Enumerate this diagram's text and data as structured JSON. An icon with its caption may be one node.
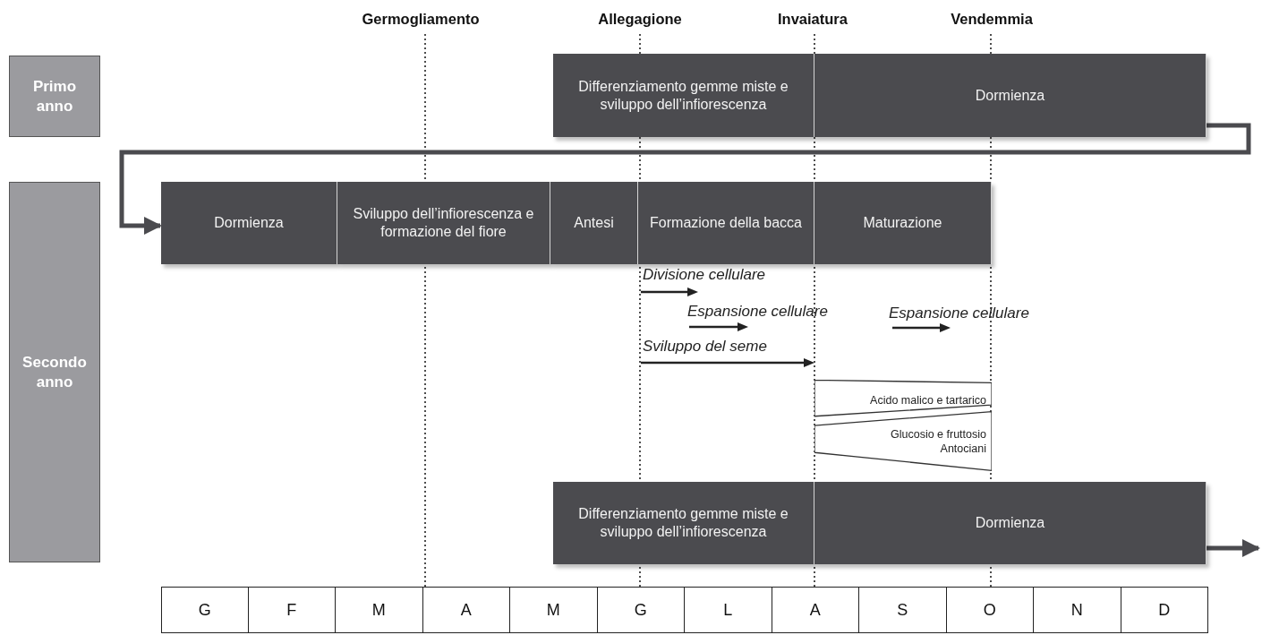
{
  "diagram": {
    "nodes": [
      {
        "text": [
          "Primo anno"
        ]
      },
      {
        "text": [
          "Differenziamento gemme miste e sviluppo dell’infiorescenza"
        ]
      },
      {
        "text": [
          "Dormienza"
        ]
      },
      {
        "text": [
          "Secondo anno"
        ]
      },
      {
        "text": [
          "Dormienza"
        ]
      },
      {
        "text": [
          "Sviluppo dell’infiorescenza e formazione del fiore"
        ]
      },
      {
        "text": [
          "Antesi"
        ]
      },
      {
        "text": [
          "Formazione della bacca"
        ]
      },
      {
        "text": [
          "Maturazione"
        ]
      },
      {
        "text": [
          "Acido malico e tartarico"
        ]
      },
      {
        "text": [
          "Glucosio e fruttosio",
          "Antociani"
        ]
      },
      {
        "text": [
          "Differenziamento gemme miste e sviluppo dell’infiorescenza"
        ]
      },
      {
        "text": [
          "Dormienza"
        ]
      }
    ],
    "edges": [
      {
        "from": 2,
        "to": 4,
        "arrow": "to"
      },
      {
        "from": 12,
        "to": null,
        "arrow": "to"
      }
    ],
    "labels": [
      "Germogliamento",
      "Allegagione",
      "Invaiatura",
      "Vendemmia",
      "Divisione cellulare",
      "Espansione cellulare",
      "Espansione cellulare",
      "Sviluppo del seme",
      "G",
      "F",
      "M",
      "A",
      "M",
      "G",
      "L",
      "A",
      "S",
      "O",
      "N",
      "D"
    ]
  }
}
